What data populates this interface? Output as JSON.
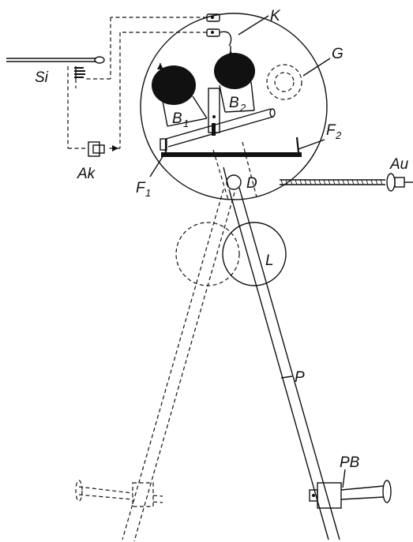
{
  "labels": {
    "Si": "Si",
    "K": "K",
    "G": "G",
    "B1": "B",
    "B1_sub": "1",
    "B2": "B",
    "B2_sub": "2",
    "F1": "F",
    "F1_sub": "1",
    "F2": "F",
    "F2_sub": "2",
    "Ak": "Ak",
    "D": "D",
    "Au": "Au",
    "L": "L",
    "P": "P",
    "PB": "PB"
  }
}
